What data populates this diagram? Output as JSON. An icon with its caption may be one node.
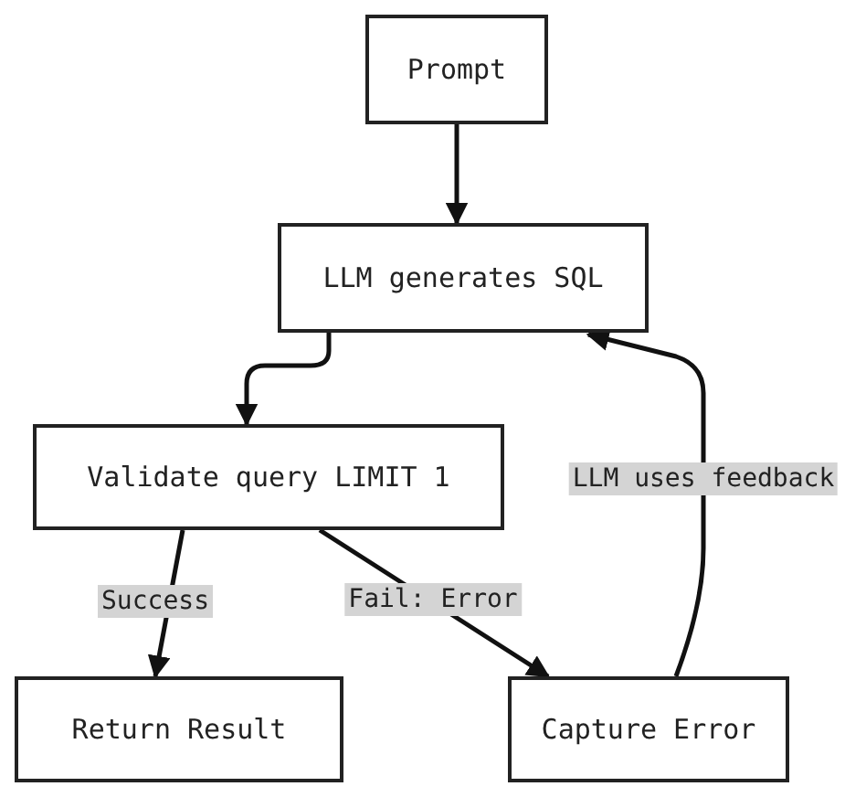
{
  "diagram": {
    "nodes": [
      {
        "text": [
          "Prompt"
        ]
      },
      {
        "text": [
          "LLM generates SQL"
        ]
      },
      {
        "text": [
          "Validate query LIMIT 1"
        ]
      },
      {
        "text": [
          "Return Result"
        ]
      },
      {
        "text": [
          "Capture Error"
        ]
      }
    ],
    "edges": [
      {
        "from": 0,
        "to": 1,
        "arrow": "to"
      },
      {
        "from": 1,
        "to": 2,
        "arrow": "to"
      },
      {
        "from": 2,
        "to": 3,
        "arrow": "to",
        "label": "Success"
      },
      {
        "from": 2,
        "to": 4,
        "arrow": "to",
        "label": "Fail: Error"
      },
      {
        "from": 4,
        "to": 1,
        "arrow": "to",
        "label": "LLM uses feedback"
      }
    ]
  }
}
